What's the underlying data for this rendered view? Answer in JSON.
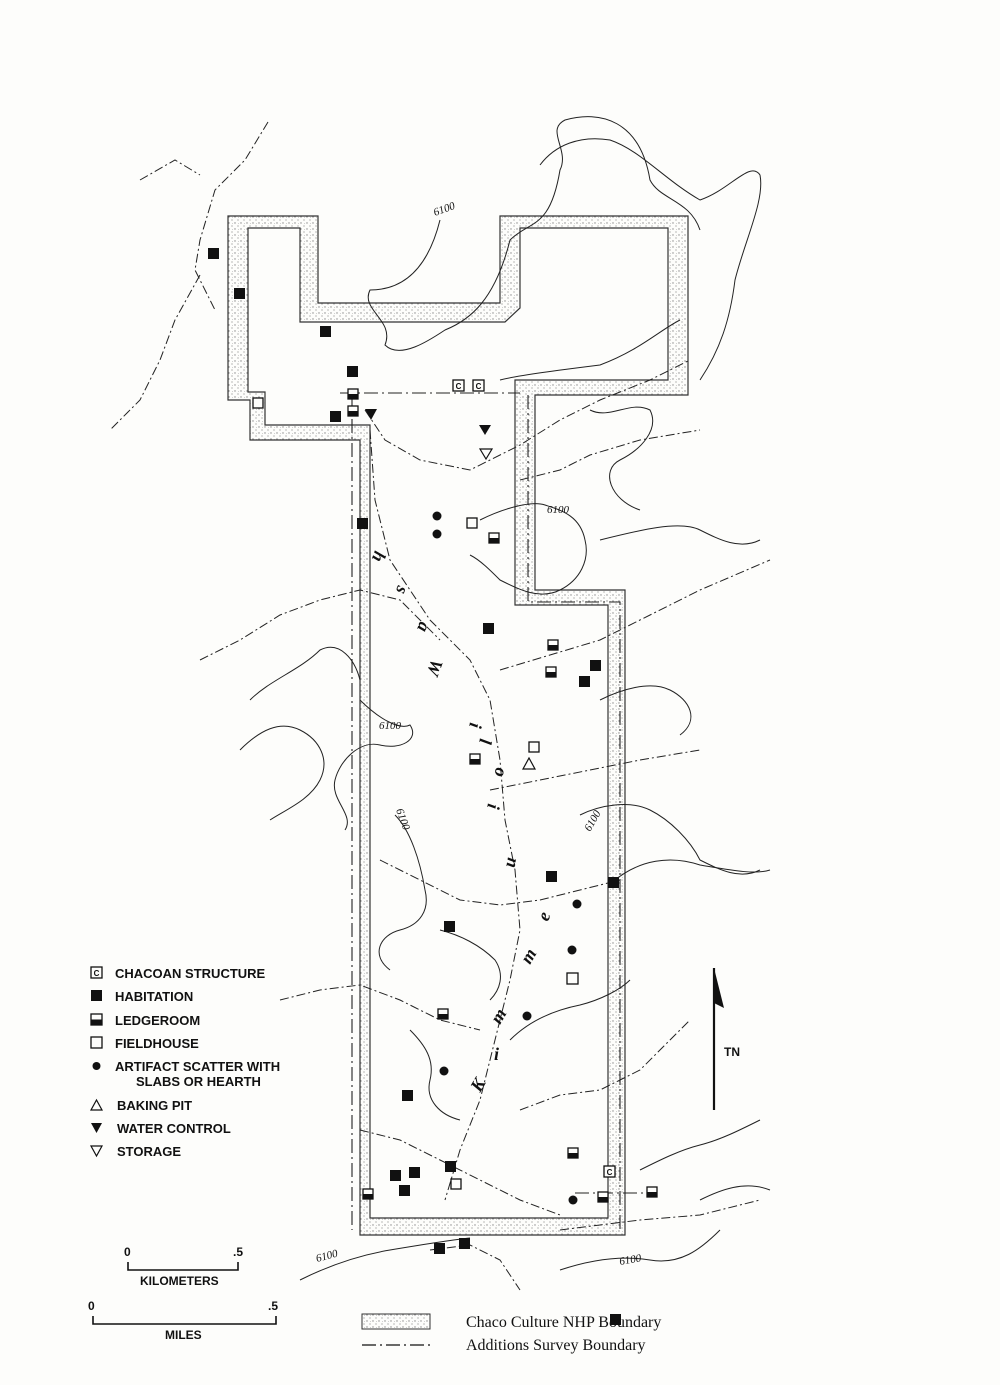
{
  "legend": {
    "chacoan_structure": "CHACOAN STRUCTURE",
    "chacoan_symbol_letter": "C",
    "habitation": "HABITATION",
    "ledgeroom": "LEDGEROOM",
    "fieldhouse": "FIELDHOUSE",
    "artifact_scatter_line1": "ARTIFACT SCATTER WITH",
    "artifact_scatter_line2": "SLABS OR HEARTH",
    "baking_pit": "BAKING PIT",
    "water_control": "WATER CONTROL",
    "storage": "STORAGE"
  },
  "north_arrow": {
    "label": "TN"
  },
  "scales": {
    "kilometers": {
      "label": "KILOMETERS",
      "start": "0",
      "end": ".5"
    },
    "miles": {
      "label": "MILES",
      "start": "0",
      "end": ".5"
    }
  },
  "boundary_legend": {
    "park": "Chaco Culture NHP Boundary",
    "survey": "Additions Survey Boundary"
  },
  "contour_label": "6100",
  "wash_letters": [
    "K",
    "i",
    "m",
    "m",
    "e",
    "n",
    "i",
    "o",
    "l",
    "i",
    "W",
    "a",
    "s",
    "h"
  ],
  "colors": {
    "ink": "#111111",
    "paper": "#fdfdfb",
    "stipple": "#8a8a8a"
  }
}
